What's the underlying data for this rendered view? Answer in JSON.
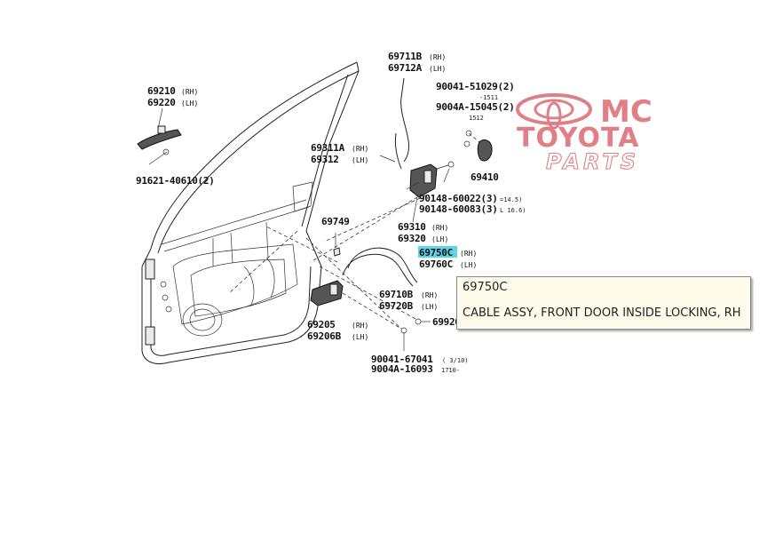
{
  "parts": {
    "p69210": {
      "code": "69210",
      "side": "(RH)"
    },
    "p69220": {
      "code": "69220",
      "side": "(LH)"
    },
    "p91621": {
      "code": "91621-40610(2)"
    },
    "p69711B": {
      "code": "69711B",
      "side": "(RH)"
    },
    "p69712A": {
      "code": "69712A",
      "side": "(LH)"
    },
    "p90041_51029": {
      "code": "90041-51029(2)",
      "note": "-1511"
    },
    "p9004A_15045": {
      "code": "9004A-15045(2)",
      "note": "1512"
    },
    "p69311A": {
      "code": "69311A",
      "side": "(RH)"
    },
    "p69312": {
      "code": "69312",
      "side": "(LH)"
    },
    "p69410": {
      "code": "69410"
    },
    "p90148_60022": {
      "code": "90148-60022(3)",
      "note": "=14.5)"
    },
    "p90148_60083": {
      "code": "90148-60083(3)",
      "note": "L 16.6)"
    },
    "p69749": {
      "code": "69749"
    },
    "p69310": {
      "code": "69310",
      "side": "(RH)"
    },
    "p69320": {
      "code": "69320",
      "side": "(LH)"
    },
    "p69750C": {
      "code": "69750C",
      "side": "(RH)"
    },
    "p69760C": {
      "code": "69760C",
      "side": "(LH)"
    },
    "p69710B": {
      "code": "69710B",
      "side": "(RH)"
    },
    "p69720B": {
      "code": "69720B",
      "side": "(LH)"
    },
    "p69205": {
      "code": "69205",
      "side": "(RH)"
    },
    "p69206B": {
      "code": "69206B",
      "side": "(LH)"
    },
    "p69920": {
      "code": "69920"
    },
    "p90041_67041": {
      "code": "90041-67041",
      "note": "( 3/10)"
    },
    "p9004A_16093": {
      "code": "9004A-16093",
      "note": "1710-"
    }
  },
  "logo": {
    "line1": "MC",
    "line2": "TOYOTA",
    "line3": "PARTS",
    "color": "#e07f86"
  },
  "tooltip": {
    "code": "69750C",
    "description": "CABLE ASSY, FRONT DOOR INSIDE LOCKING, RH"
  },
  "highlight_color": "#5fd3e8"
}
